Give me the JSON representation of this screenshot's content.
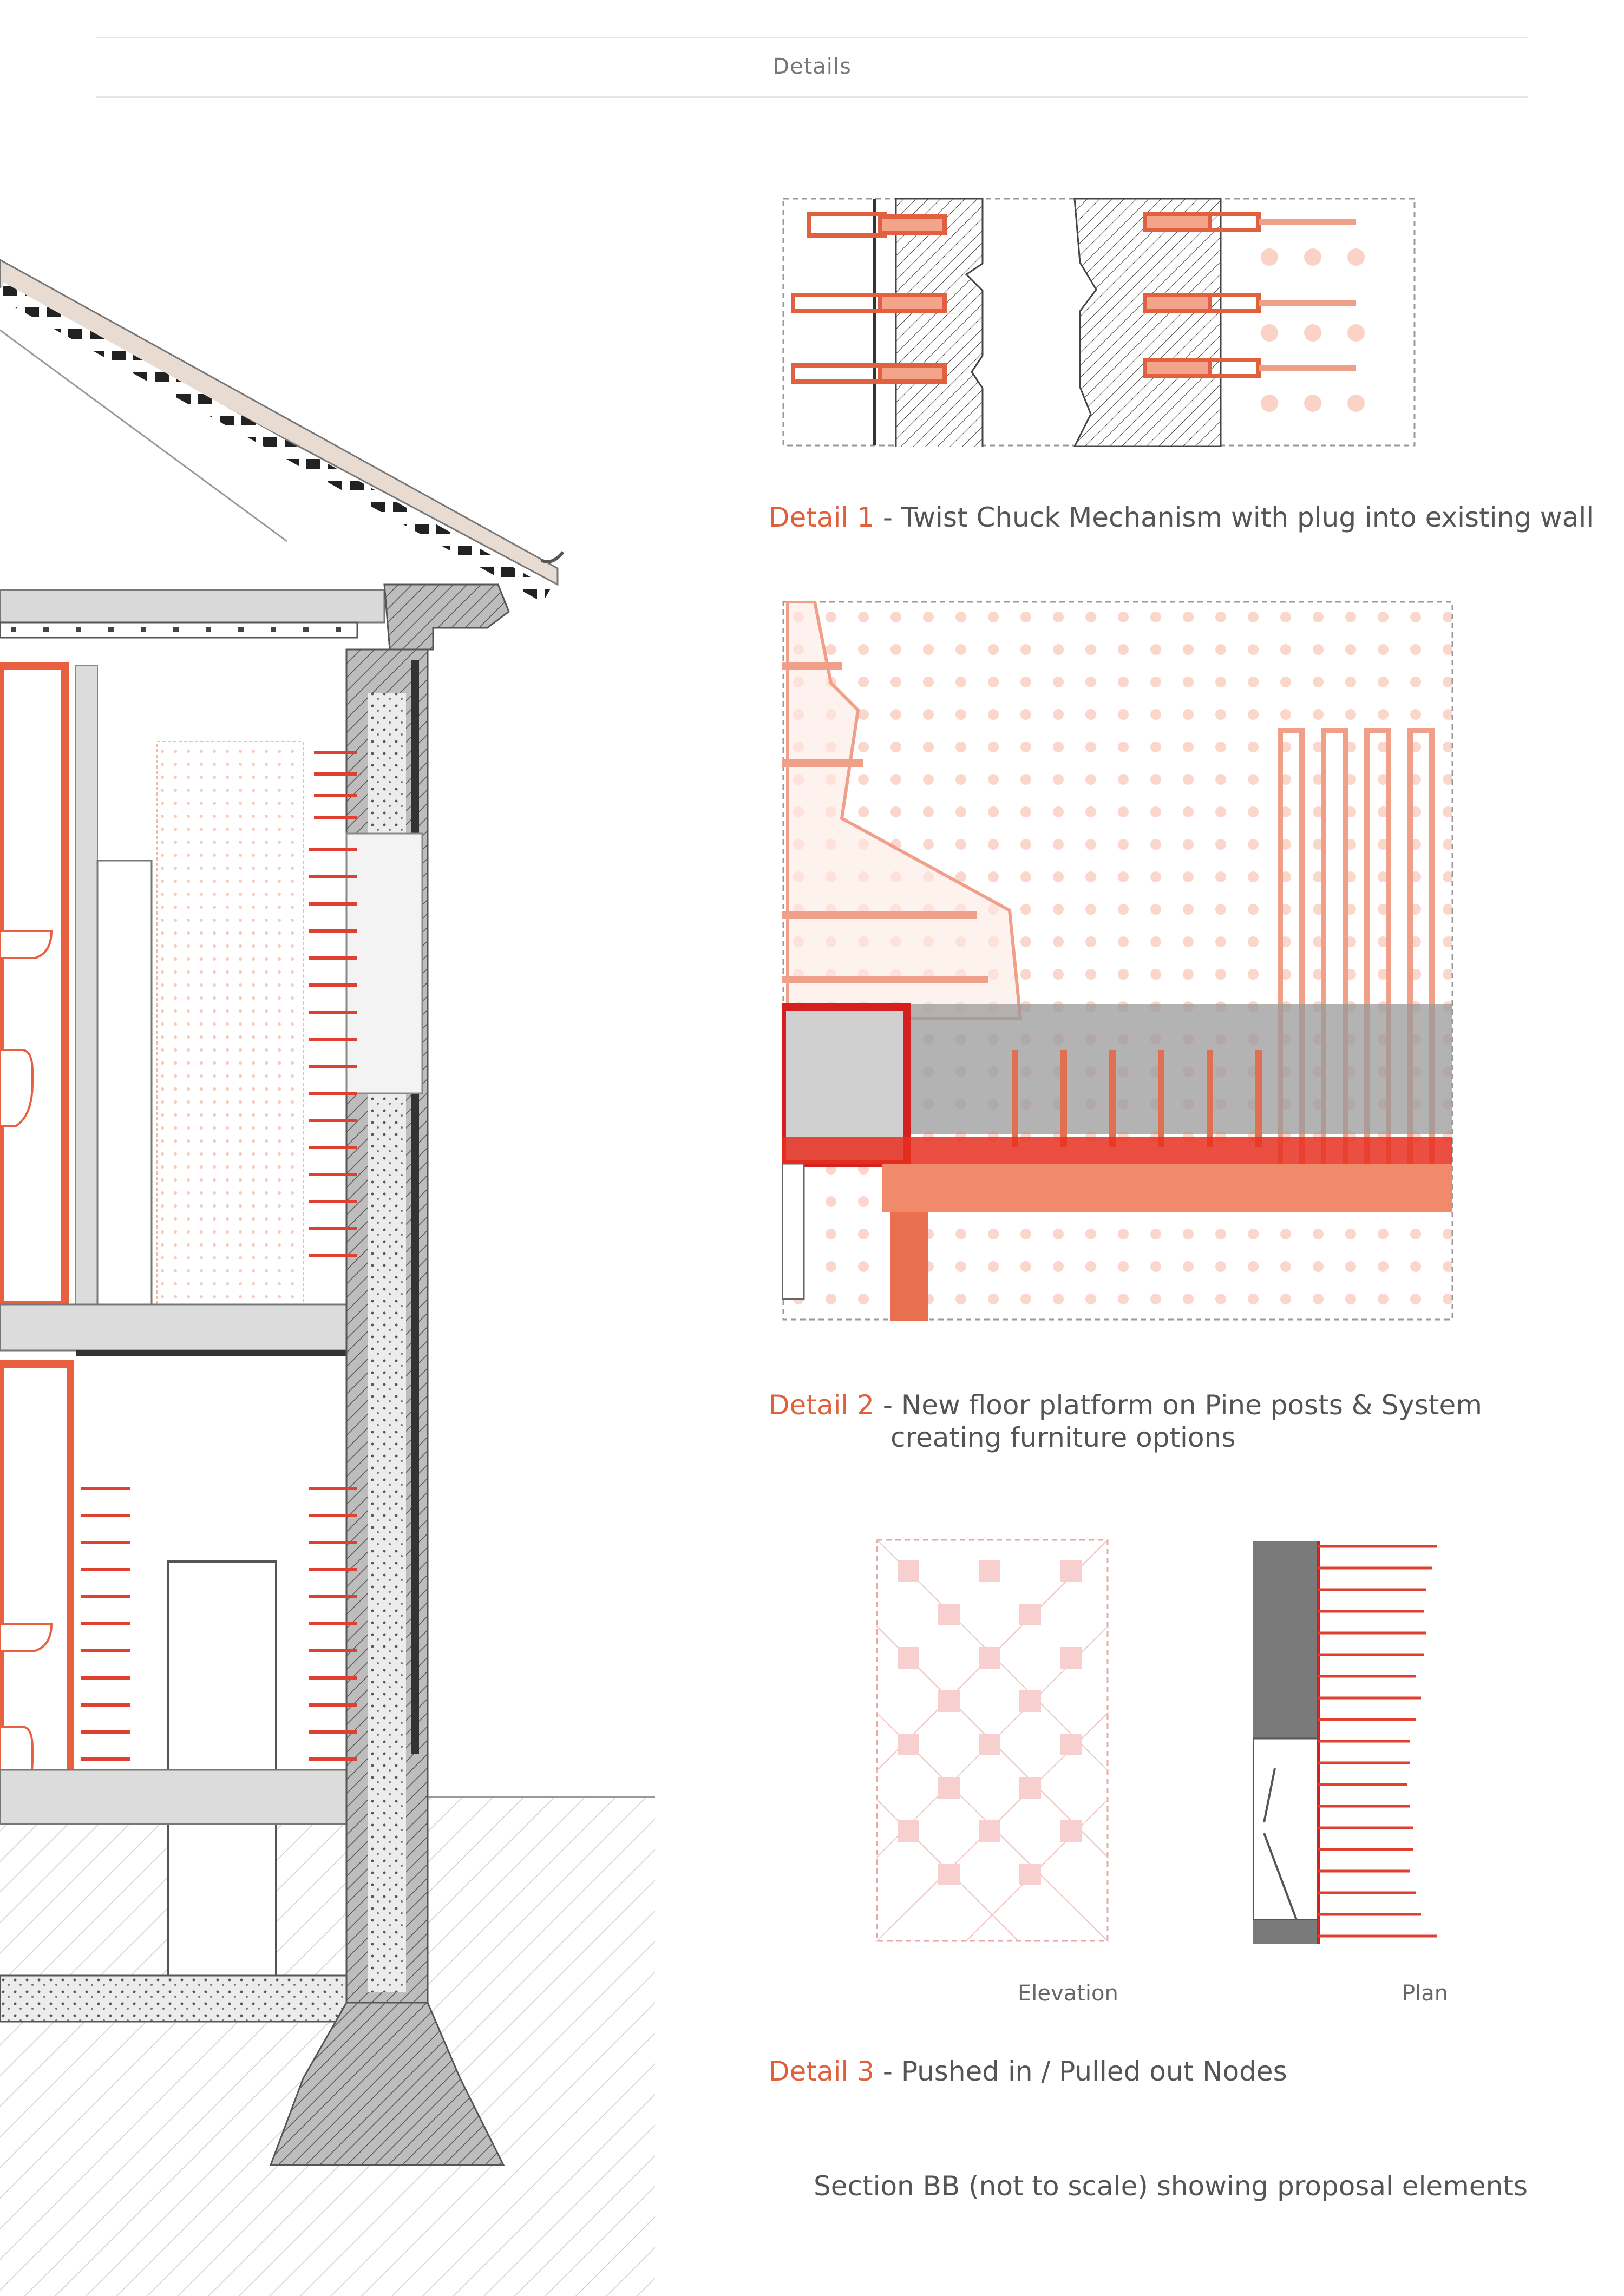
{
  "header": {
    "title": "Details"
  },
  "details": [
    {
      "label": "Detail 1",
      "separator": " - ",
      "text": "Twist Chuck Mechanism with plug into existing wall"
    },
    {
      "label": "Detail 2",
      "separator": " - ",
      "text": "New floor platform on Pine posts & System",
      "text_line2": "creating furniture options"
    },
    {
      "label": "Detail 3",
      "separator": " - ",
      "text": "Pushed in / Pulled out Nodes"
    }
  ],
  "detail3_views": {
    "left": "Elevation",
    "right": "Plan"
  },
  "section_caption": "Section BB (not to scale) showing proposal elements",
  "colors": {
    "accent": "#e0603c",
    "red_line": "#d42020",
    "salmon": "#f0a088",
    "grey_fill": "#d6d6d6",
    "dark_grey": "#7a7a7a"
  }
}
